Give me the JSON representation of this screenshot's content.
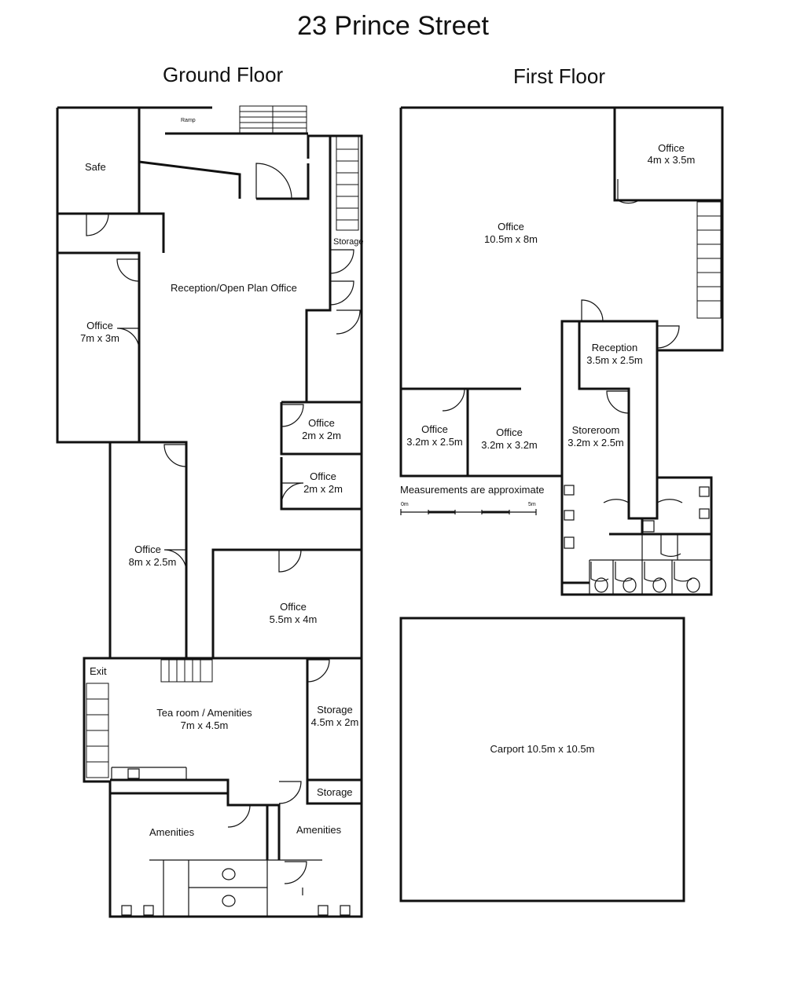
{
  "title": "23 Prince Street",
  "ground_floor": {
    "heading": "Ground Floor",
    "labels": {
      "ramp": "Ramp",
      "safe": "Safe",
      "storage_top": "Storage",
      "reception": "Reception/Open Plan Office",
      "office_7x3": [
        "Office",
        "7m x 3m"
      ],
      "office_2x2_a": [
        "Office",
        "2m x 2m"
      ],
      "office_2x2_b": [
        "Office",
        "2m x 2m"
      ],
      "office_8x25": [
        "Office",
        "8m x 2.5m"
      ],
      "office_55x4": [
        "Office",
        "5.5m x 4m"
      ],
      "exit": "Exit",
      "tea_room": [
        "Tea room / Amenities",
        "7m x 4.5m"
      ],
      "storage_45x2": [
        "Storage",
        "4.5m x 2m"
      ],
      "storage_small": "Storage",
      "amenities_left": "Amenities",
      "amenities_right": "Amenities"
    }
  },
  "first_floor": {
    "heading": "First Floor",
    "labels": {
      "office_4x35": [
        "Office",
        "4m x 3.5m"
      ],
      "office_105x8": [
        "Office",
        "10.5m x 8m"
      ],
      "reception": [
        "Reception",
        "3.5m x 2.5m"
      ],
      "office_32x25": [
        "Office",
        "3.2m x 2.5m"
      ],
      "office_32x32": [
        "Office",
        "3.2m x 3.2m"
      ],
      "storeroom": [
        "Storeroom",
        "3.2m x 2.5m"
      ]
    },
    "measurement_note": "Measurements are approximate",
    "scale_start": "0m",
    "scale_end": "5m"
  },
  "carport": {
    "label": "Carport 10.5m x 10.5m"
  }
}
